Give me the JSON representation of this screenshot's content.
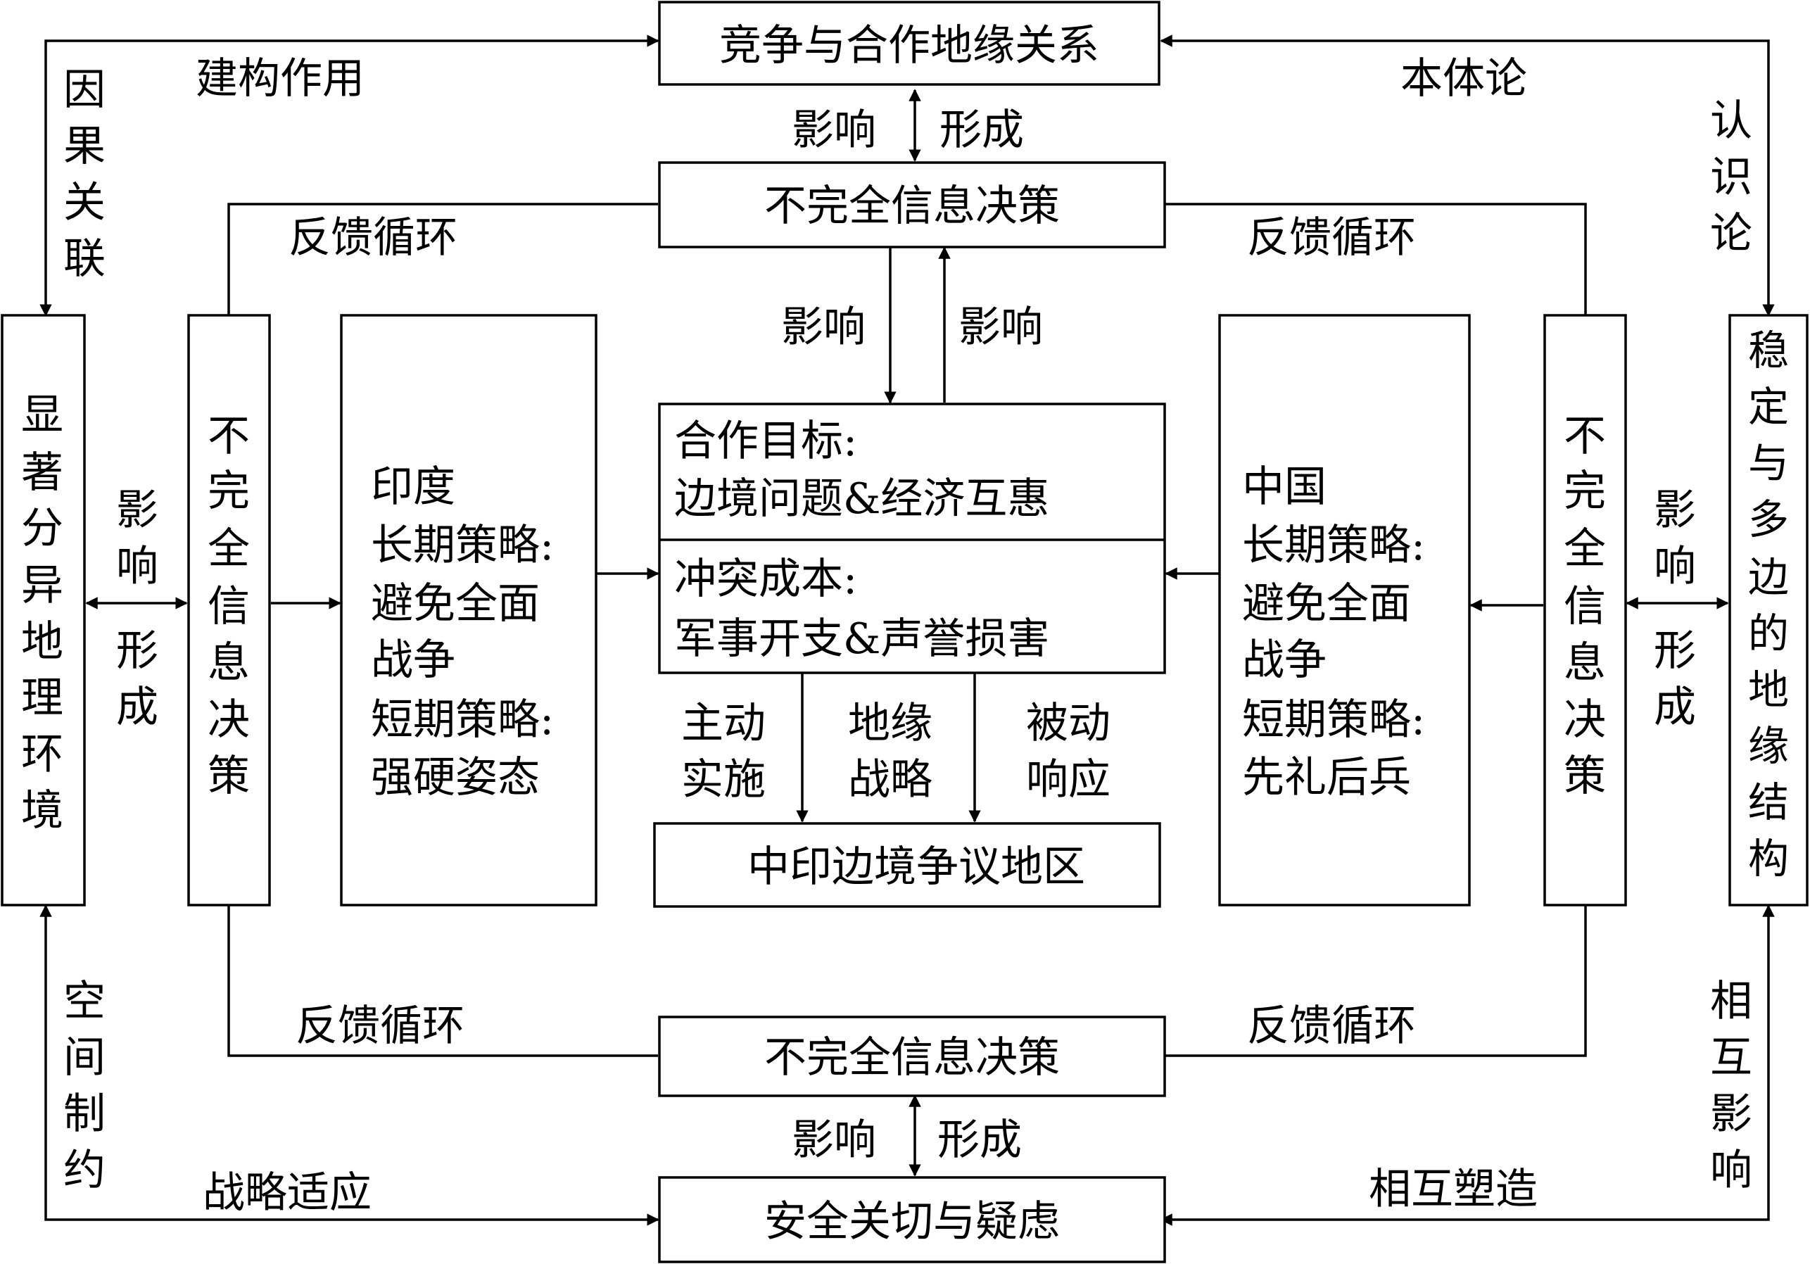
{
  "top_box": "竞争与合作地缘关系",
  "upper_decision_box": "不完全信息决策",
  "lower_decision_box": "不完全信息决策",
  "bottom_box": "安全关切与疑虑",
  "dispute_box": "中印边境争议地区",
  "left_outer_box": [
    "显",
    "著",
    "分",
    "异",
    "地",
    "理",
    "环",
    "境"
  ],
  "right_outer_box": [
    "稳",
    "定",
    "与",
    "多",
    "边",
    "的",
    "地",
    "缘",
    "结",
    "构"
  ],
  "left_decision_box": [
    "不",
    "完",
    "全",
    "信",
    "息",
    "决",
    "策"
  ],
  "right_decision_box": [
    "不",
    "完",
    "全",
    "信",
    "息",
    "决",
    "策"
  ],
  "india_box": [
    "印度",
    "长期策略:",
    "避免全面",
    "战争",
    "短期策略:",
    "强硬姿态"
  ],
  "china_box": [
    "中国",
    "长期策略:",
    "避免全面",
    "战争",
    "短期策略:",
    "先礼后兵"
  ],
  "center_upper": [
    "合作目标:",
    "边境问题&经济互惠"
  ],
  "center_lower": [
    "冲突成本:",
    "军事开支&声誉损害"
  ],
  "labels": {
    "constructive": "建构作用",
    "ontology": "本体论",
    "causal": [
      "因",
      "果",
      "关",
      "联"
    ],
    "epistemology": [
      "认",
      "识",
      "论"
    ],
    "influence": "影响",
    "form": "形成",
    "feedback": "反馈循环",
    "influence_v": [
      "影",
      "响"
    ],
    "form_v": [
      "形",
      "成"
    ],
    "active": [
      "主动",
      "实施"
    ],
    "geo_strategy": [
      "地缘",
      "战略"
    ],
    "passive": [
      "被动",
      "响应"
    ],
    "spatial": [
      "空",
      "间",
      "制",
      "约"
    ],
    "mutual_influence": [
      "相",
      "互",
      "影",
      "响"
    ],
    "strategic_adapt": "战略适应",
    "mutual_shape": "相互塑造"
  }
}
